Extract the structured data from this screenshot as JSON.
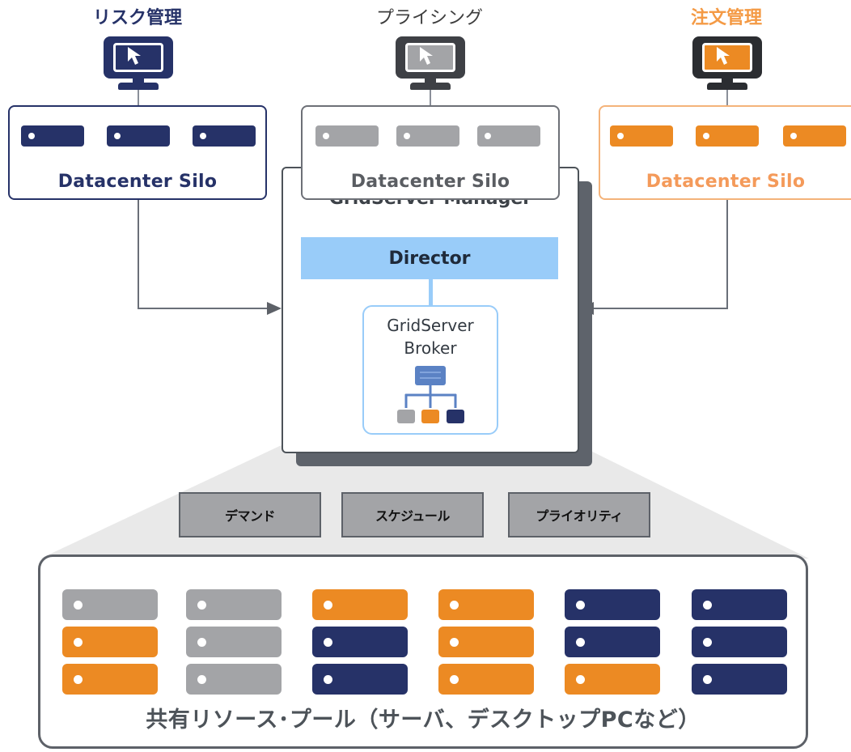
{
  "colors": {
    "navy": "#263268",
    "gray": "#a3a4a7",
    "orange": "#ec8a23",
    "light_blue": "#99ccf9",
    "dark_gray": "#5d6168",
    "fan_gray": "#e9e9e9"
  },
  "apps": [
    {
      "label": "リスク管理",
      "color": "#263268",
      "icon": "monitor-cursor-icon"
    },
    {
      "label": "プライシング",
      "color": "#3d3d3d",
      "icon": "monitor-cursor-icon"
    },
    {
      "label": "注文管理",
      "color": "#f49a45",
      "icon": "monitor-cursor-icon"
    }
  ],
  "silos": [
    {
      "label": "Datacenter Silo",
      "color": "#263268",
      "text_color": "#263268"
    },
    {
      "label": "Datacenter Silo",
      "color": "#a3a4a7",
      "text_color": "#5a5d62"
    },
    {
      "label": "Datacenter Silo",
      "color": "#ec8a23",
      "text_color": "#f49a5a"
    }
  ],
  "manager": {
    "title": "GridServer Manager",
    "director": "Director",
    "broker_line1": "GridServer",
    "broker_line2": "Broker",
    "broker_icon": "hierarchy-network-icon"
  },
  "policies": [
    "デマンド",
    "スケジュール",
    "プライオリティ"
  ],
  "pool": {
    "caption": "共有リソース･プール（サーバ、デスクトップPCなど）",
    "columns": [
      [
        "gray",
        "orange",
        "orange"
      ],
      [
        "gray",
        "gray",
        "gray"
      ],
      [
        "orange",
        "navy",
        "navy"
      ],
      [
        "orange",
        "orange",
        "orange"
      ],
      [
        "navy",
        "navy",
        "orange"
      ],
      [
        "navy",
        "navy",
        "navy"
      ]
    ]
  }
}
